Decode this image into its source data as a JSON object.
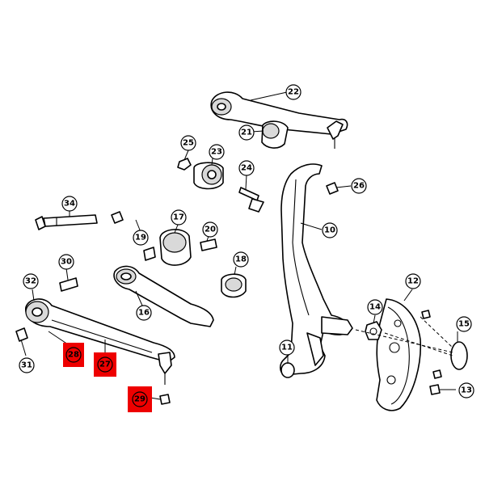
{
  "diagram": {
    "callouts": [
      {
        "id": "c10",
        "label": "10",
        "highlighted": false
      },
      {
        "id": "c11",
        "label": "11",
        "highlighted": false
      },
      {
        "id": "c12",
        "label": "12",
        "highlighted": false
      },
      {
        "id": "c13",
        "label": "13",
        "highlighted": false
      },
      {
        "id": "c14",
        "label": "14",
        "highlighted": false
      },
      {
        "id": "c15",
        "label": "15",
        "highlighted": false
      },
      {
        "id": "c16",
        "label": "16",
        "highlighted": false
      },
      {
        "id": "c17",
        "label": "17",
        "highlighted": false
      },
      {
        "id": "c18",
        "label": "18",
        "highlighted": false
      },
      {
        "id": "c19",
        "label": "19",
        "highlighted": false
      },
      {
        "id": "c20",
        "label": "20",
        "highlighted": false
      },
      {
        "id": "c21",
        "label": "21",
        "highlighted": false
      },
      {
        "id": "c22",
        "label": "22",
        "highlighted": false
      },
      {
        "id": "c23",
        "label": "23",
        "highlighted": false
      },
      {
        "id": "c24",
        "label": "24",
        "highlighted": false
      },
      {
        "id": "c25",
        "label": "25",
        "highlighted": false
      },
      {
        "id": "c26",
        "label": "26",
        "highlighted": false
      },
      {
        "id": "c27",
        "label": "27",
        "highlighted": true
      },
      {
        "id": "c28",
        "label": "28",
        "highlighted": true
      },
      {
        "id": "c29",
        "label": "29",
        "highlighted": true
      },
      {
        "id": "c30",
        "label": "30",
        "highlighted": false
      },
      {
        "id": "c31",
        "label": "31",
        "highlighted": false
      },
      {
        "id": "c32",
        "label": "32",
        "highlighted": false
      },
      {
        "id": "c34",
        "label": "34",
        "highlighted": false
      }
    ],
    "highlight_color": "#ee0000"
  }
}
